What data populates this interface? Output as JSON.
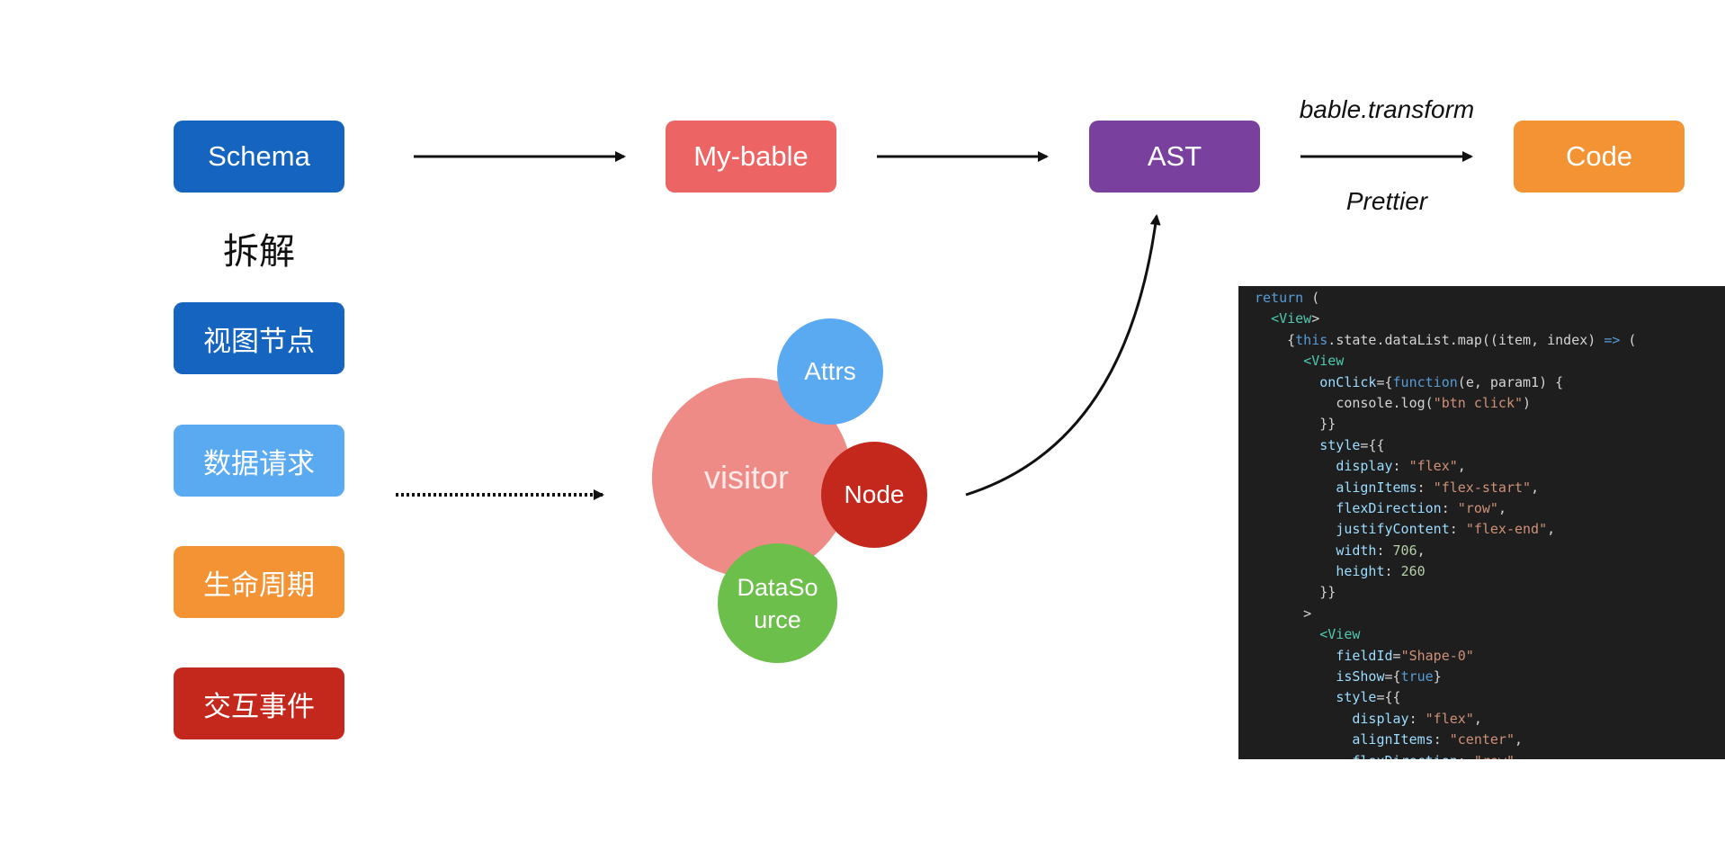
{
  "nodes": {
    "schema": "Schema",
    "decompose_label": "拆解",
    "view_nodes": "视图节点",
    "data_request": "数据请求",
    "lifecycle": "生命周期",
    "interaction_events": "交互事件",
    "my_bable": "My-bable",
    "ast": "AST",
    "code": "Code"
  },
  "edge_labels": {
    "transform": "bable.transform",
    "prettier": "Prettier"
  },
  "bubbles": {
    "visitor": "visitor",
    "attrs": "Attrs",
    "node": "Node",
    "datasource_line1": "DataSo",
    "datasource_line2": "urce"
  },
  "colors": {
    "dark_blue": "#1565c0",
    "light_blue": "#5aaaf2",
    "coral": "#ec6464",
    "purple": "#7a409d",
    "orange": "#f39333",
    "red": "#c4281c",
    "pink": "#ef8b87",
    "green": "#6dbf4b"
  },
  "code_lines": [
    "return (",
    "  <View>",
    "    {this.state.dataList.map((item, index) => (",
    "      <View",
    "        onClick={function(e, param1) {",
    "          console.log(\"btn click\")",
    "        }}",
    "        style={{",
    "          display: \"flex\",",
    "          alignItems: \"flex-start\",",
    "          flexDirection: \"row\",",
    "          justifyContent: \"flex-end\",",
    "          width: 706,",
    "          height: 260",
    "        }}",
    "      >",
    "        <View",
    "          fieldId=\"Shape-0\"",
    "          isShow={true}",
    "          style={{",
    "            display: \"flex\",",
    "            alignItems: \"center\",",
    "            flexDirection: \"row\""
  ]
}
